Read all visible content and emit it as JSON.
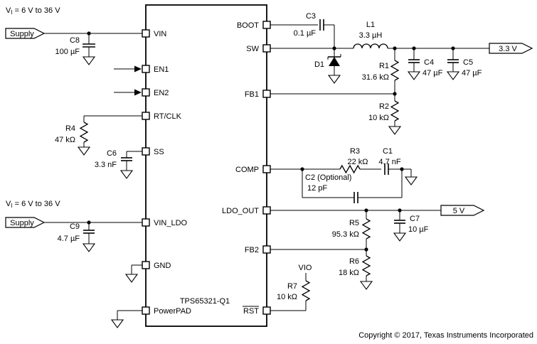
{
  "colors": {
    "line": "#000000",
    "background": "#ffffff"
  },
  "notes": {
    "vin_range_top": {
      "v": "V",
      "sub": "I",
      "rest": " = 6 V to 36 V"
    },
    "vin_range_ldo": {
      "v": "V",
      "sub": "I",
      "rest": " = 6 V to 36 V"
    }
  },
  "nets": {
    "supply_top": "Supply",
    "supply_ldo": "Supply",
    "buck_output": "3.3 V",
    "ldo_output": "5 V",
    "vio": "VIO"
  },
  "ic": {
    "name": "TPS65321-Q1",
    "pins": {
      "vin": "VIN",
      "en1": "EN1",
      "en2": "EN2",
      "rtclk": "RT/CLK",
      "ss": "SS",
      "vin_ldo": "VIN_LDO",
      "gnd": "GND",
      "powerpad": "PowerPAD",
      "boot": "BOOT",
      "sw": "SW",
      "fb1": "FB1",
      "comp": "COMP",
      "ldo_out": "LDO_OUT",
      "fb2": "FB2",
      "rst": "RST"
    }
  },
  "components": {
    "c8": {
      "ref": "C8",
      "value": "100 µF"
    },
    "c9": {
      "ref": "C9",
      "value": "4.7 µF"
    },
    "c6": {
      "ref": "C6",
      "value": "3.3 nF"
    },
    "c3": {
      "ref": "C3",
      "value": "0.1 µF"
    },
    "c4": {
      "ref": "C4",
      "value": "47 µF"
    },
    "c5": {
      "ref": "C5",
      "value": "47 µF"
    },
    "c1": {
      "ref": "C1",
      "value": "4.7 nF"
    },
    "c2": {
      "ref": "C2 (Optional)",
      "value": "12 pF"
    },
    "c7": {
      "ref": "C7",
      "value": "10 µF"
    },
    "r1": {
      "ref": "R1",
      "value": "31.6 kΩ"
    },
    "r2": {
      "ref": "R2",
      "value": "10 kΩ"
    },
    "r3": {
      "ref": "R3",
      "value": "22 kΩ"
    },
    "r4": {
      "ref": "R4",
      "value": "47 kΩ"
    },
    "r5": {
      "ref": "R5",
      "value": "95.3 kΩ"
    },
    "r6": {
      "ref": "R6",
      "value": "18 kΩ"
    },
    "r7": {
      "ref": "R7",
      "value": "10 kΩ"
    },
    "l1": {
      "ref": "L1",
      "value": "3.3 µH"
    },
    "d1": {
      "ref": "D1"
    }
  },
  "footer": {
    "copyright": "Copyright © 2017, Texas Instruments Incorporated"
  }
}
